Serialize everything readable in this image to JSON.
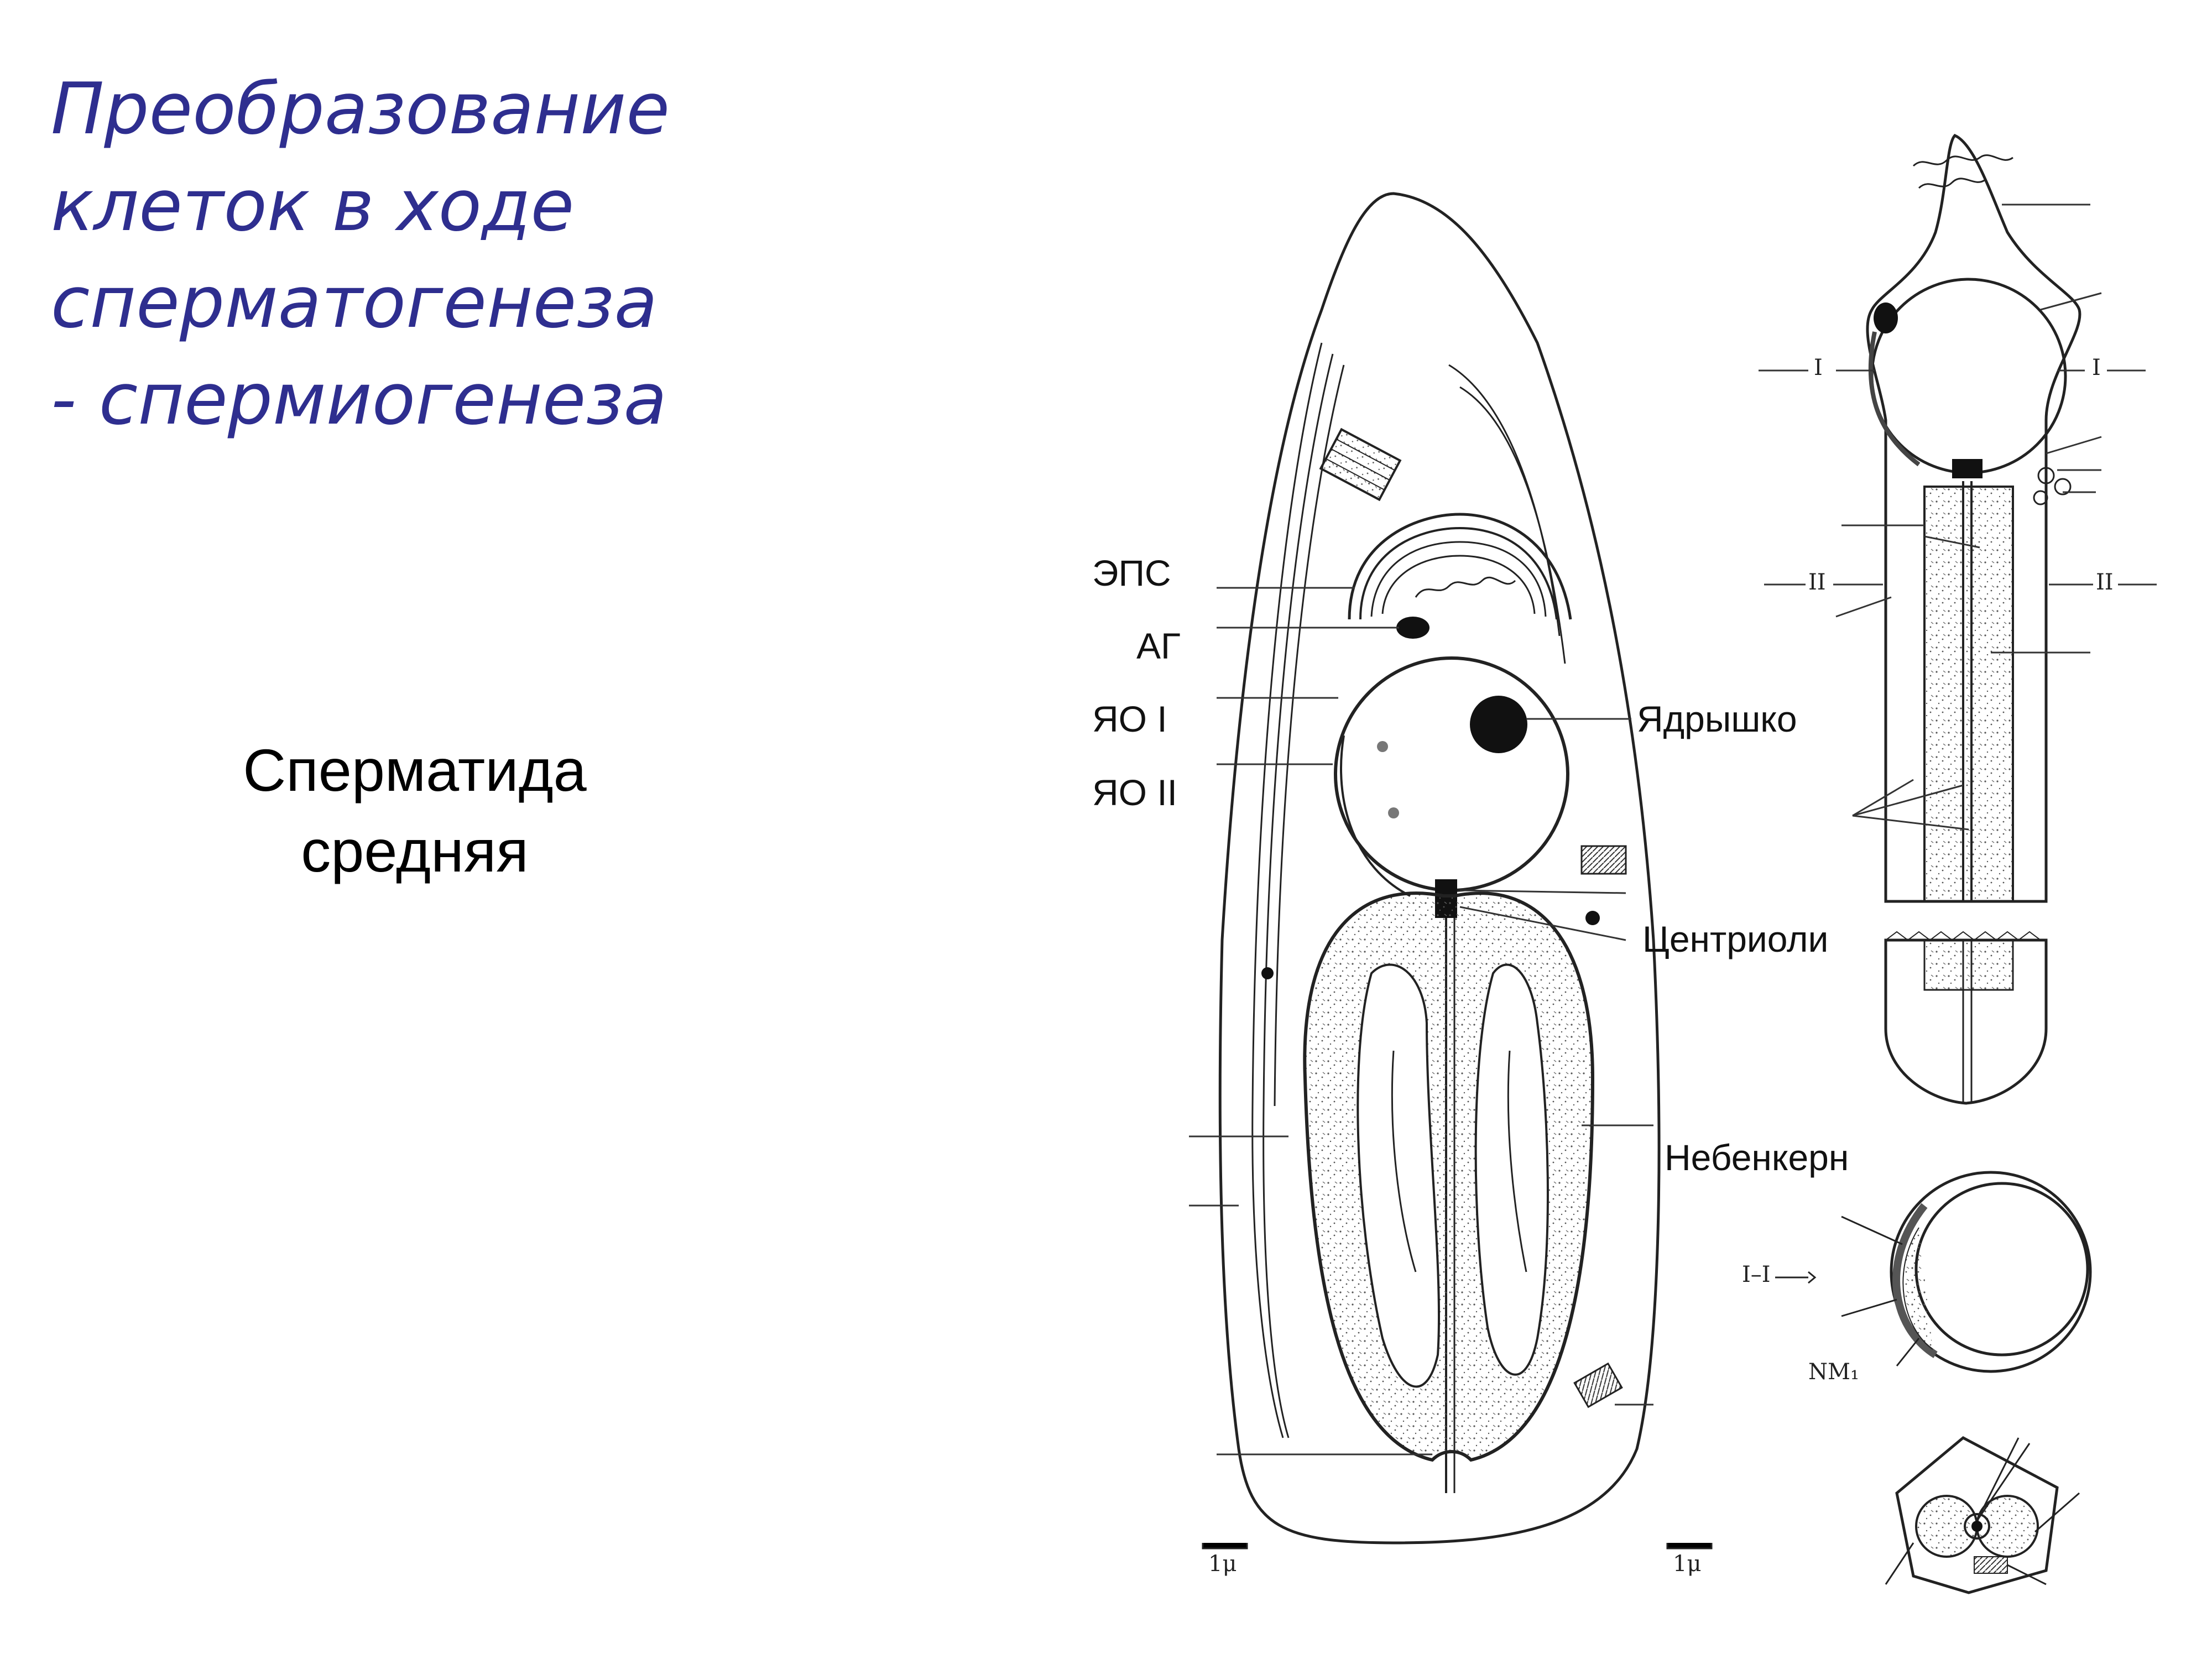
{
  "title_lines": [
    "Преобразование",
    "клеток в ходе",
    "сперматогенеза",
    "- спермиогенеза"
  ],
  "subtitle_lines": [
    "Сперматида",
    "средняя"
  ],
  "labels": {
    "eps": "ЭПС",
    "ag": "АГ",
    "yao1": "ЯО I",
    "yao2": "ЯО II",
    "nucleolus": "Ядрышко",
    "centrioles": "Центриоли",
    "nebenkern": "Небенкерн"
  },
  "small_labels": {
    "section_I": "I",
    "section_II": "II",
    "section_I_I": "I–I",
    "nm1": "NM₁",
    "scale_1": "1μ",
    "scale_2": "1μ"
  },
  "colors": {
    "title": "#2e2e8f",
    "text": "#111111",
    "line": "#222222"
  }
}
